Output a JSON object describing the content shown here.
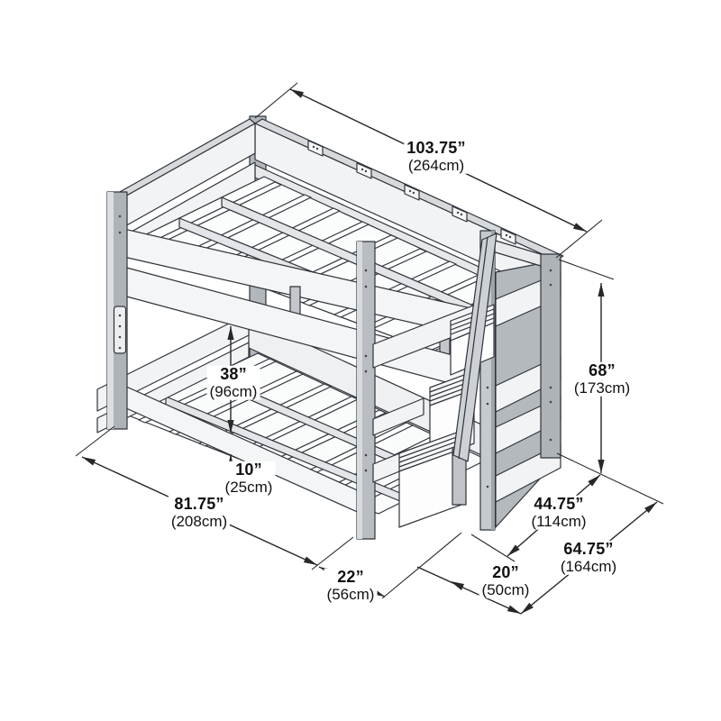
{
  "diagram": {
    "subject": "bunk-bed-with-storage-staircase-dimension-drawing",
    "colors": {
      "background": "#ffffff",
      "outline": "#2f343a",
      "dimension_line": "#26282a",
      "text": "#111111",
      "panel_gray": "#b4b9be",
      "panel_light": "#d8dbde",
      "rail_white": "#f4f5f6"
    },
    "dimensions": {
      "overall_length": {
        "inches": "103.75”",
        "cm": "(264cm)"
      },
      "overall_height": {
        "inches": "68”",
        "cm": "(173cm)"
      },
      "bunk_spacing": {
        "inches": "38”",
        "cm": "(96cm)"
      },
      "underbed_height": {
        "inches": "10”",
        "cm": "(25cm)"
      },
      "bed_length": {
        "inches": "81.75”",
        "cm": "(208cm)"
      },
      "stair_offset": {
        "inches": "22”",
        "cm": "(56cm)"
      },
      "stair_depth": {
        "inches": "20”",
        "cm": "(50cm)"
      },
      "bed_width": {
        "inches": "44.75”",
        "cm": "(114cm)"
      },
      "overall_depth": {
        "inches": "64.75”",
        "cm": "(164cm)"
      }
    }
  }
}
